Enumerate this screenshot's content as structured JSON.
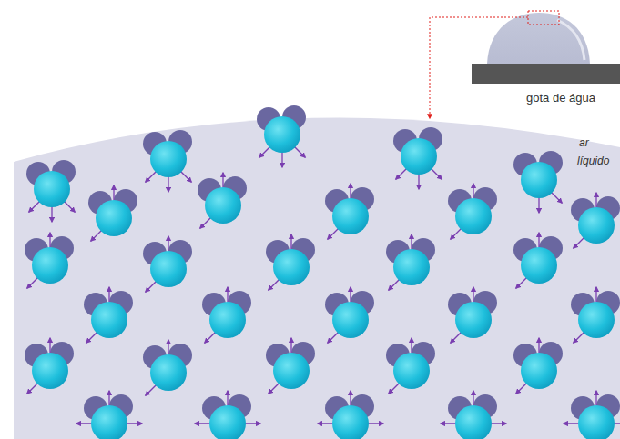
{
  "diagram": {
    "labels": [
      "gota de água",
      "ar",
      "líquido"
    ]
  }
}
